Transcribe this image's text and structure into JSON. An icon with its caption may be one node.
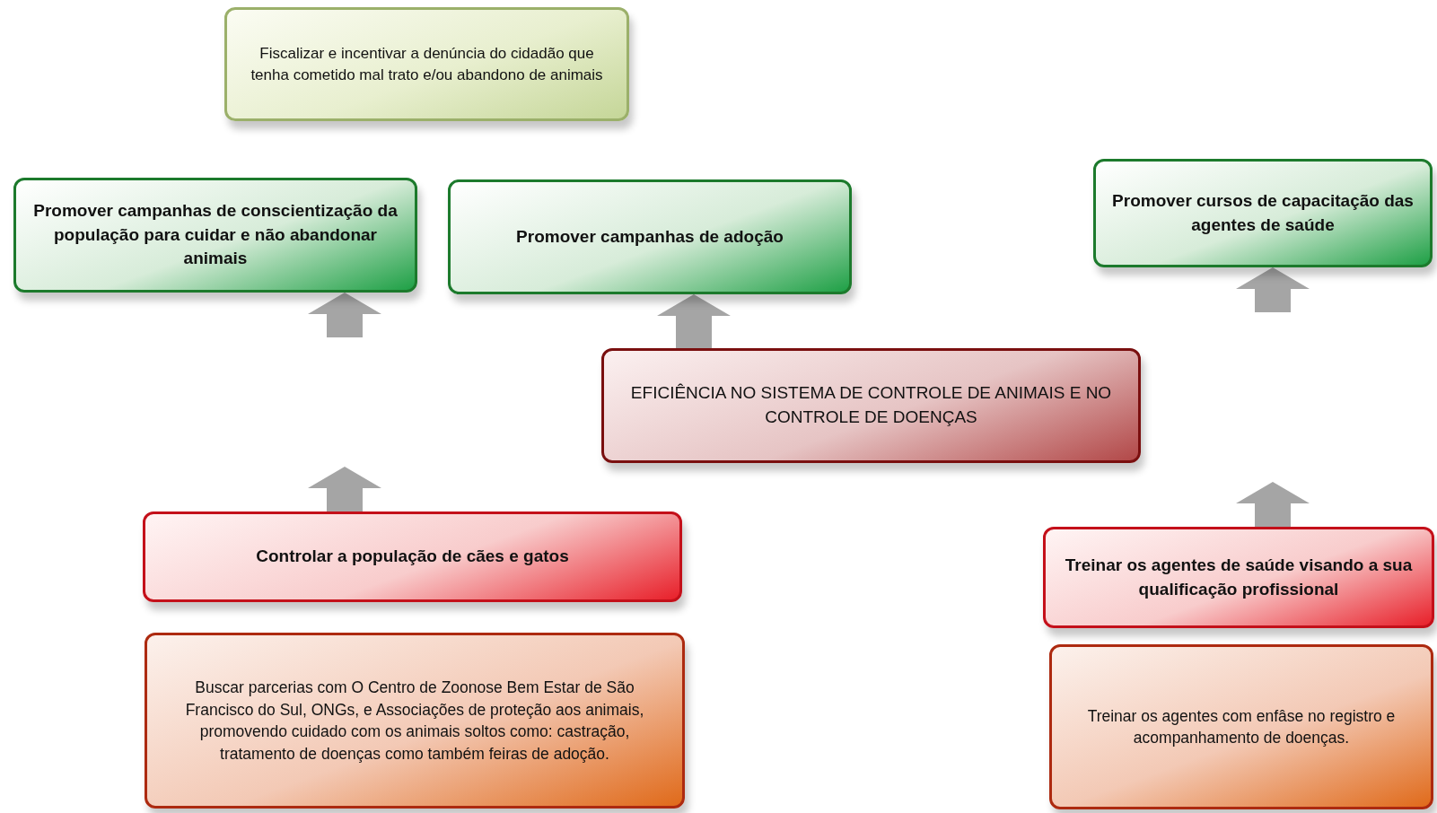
{
  "diagram": {
    "nodes": [
      {
        "text": [
          "Fiscalizar e incentivar a denúncia do cidadão que tenha cometido mal trato e/ou abandono de animais"
        ]
      },
      {
        "text": [
          "Promover campanhas de conscientização da população para cuidar e não abandonar animais"
        ]
      },
      {
        "text": [
          "Promover campanhas de adoção"
        ]
      },
      {
        "text": [
          "Promover cursos de capacitação das agentes de saúde"
        ]
      },
      {
        "text": [
          "EFICIÊNCIA NO SISTEMA DE CONTROLE DE ANIMAIS E NO CONTROLE DE DOENÇAS"
        ]
      },
      {
        "text": [
          "Controlar a população de cães e gatos"
        ]
      },
      {
        "text": [
          "Buscar parcerias com O Centro de Zoonose Bem Estar de São Francisco do Sul, ONGs, e Associações de proteção aos animais, promovendo cuidado com os animais soltos como: castração, tratamento de doenças como também feiras de adoção."
        ]
      },
      {
        "text": [
          "Treinar os agentes de saúde visando a sua qualificação profissional"
        ]
      },
      {
        "text": [
          "Treinar os agentes com enfâse no registro e acompanhamento de doenças."
        ]
      }
    ],
    "edges": [
      {
        "from": 5,
        "to": 1,
        "arrow": "to"
      },
      {
        "from": 4,
        "to": 2,
        "arrow": "to"
      },
      {
        "from": 7,
        "to": 3,
        "arrow": "to"
      }
    ]
  }
}
